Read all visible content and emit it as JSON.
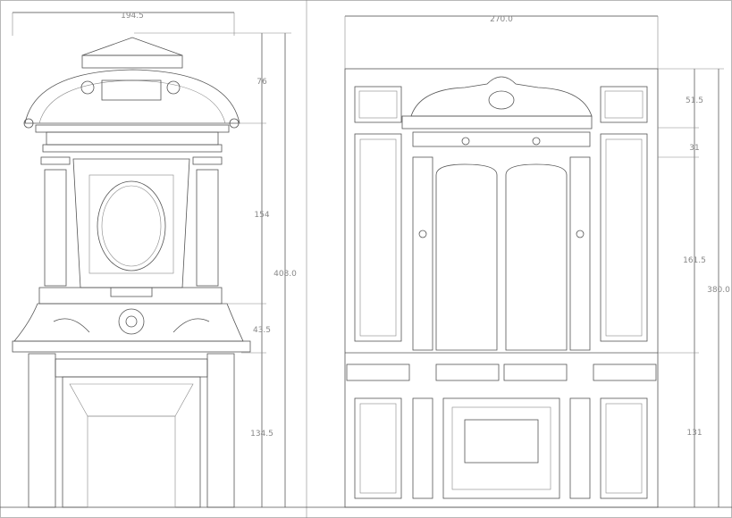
{
  "left_drawing": {
    "width_label": "194.5",
    "heights": [
      "76",
      "154",
      "43.5",
      "134.5"
    ],
    "total_height": "408.0"
  },
  "right_drawing": {
    "width_label": "270.0",
    "heights": [
      "51.5",
      "31",
      "161.5",
      "131"
    ],
    "total_height": "380.0"
  }
}
